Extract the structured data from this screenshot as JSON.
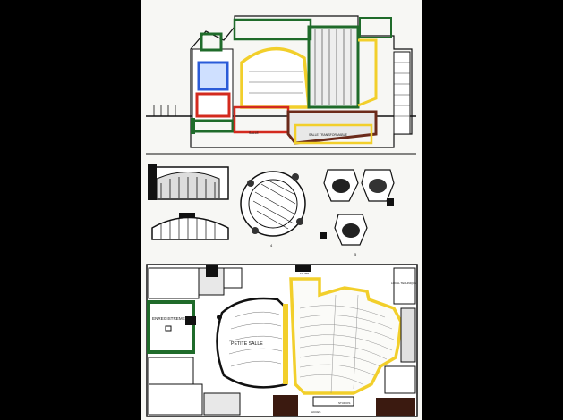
{
  "labels": {
    "salle_transformable": "SALLE TRANSFORMABLE",
    "salle": "SALLE",
    "fig4": "4",
    "fig5": "5",
    "enregistrement": "ENREGISTREMENT",
    "petite_salle": "PETITE SALLE",
    "local_technique": "LOCAL TECHNIQUE",
    "studios": "STUDIOS",
    "acces": "ACCES",
    "foyer": "FOYER"
  },
  "colors": {
    "background": "#000000",
    "sheet": "#f7f7f4",
    "ink": "#111111",
    "green": "#1f6b2a",
    "yellow": "#f2cf2b",
    "red": "#d32a1e",
    "blue": "#2a5bd8",
    "brown": "#6b2a1a"
  }
}
